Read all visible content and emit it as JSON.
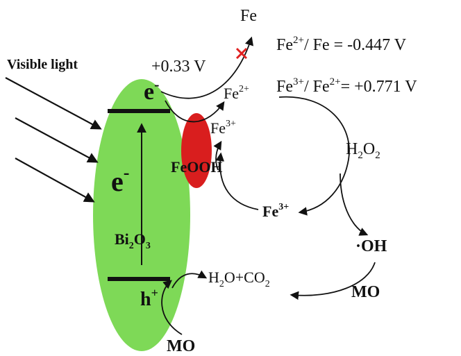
{
  "labels": {
    "visible_light": "Visible light",
    "fe_top": "Fe",
    "eq1_lhs": "Fe",
    "eq1_sup": "2+",
    "eq1_rhs": "/ Fe = -0.447 V",
    "potential": "+0.33 V",
    "e_cb": "e",
    "e_cb_sup": "-",
    "fe2_mid": "Fe",
    "fe2_mid_sup": "2+",
    "eq2_a": "Fe",
    "eq2_a_sup": "3+",
    "eq2_b": "/ Fe",
    "eq2_b_sup": "2+",
    "eq2_rhs": "= +0.771 V",
    "fe3_small": "Fe",
    "fe3_small_sup": "3+",
    "h2o2_a": "H",
    "h2o2_sub": "2",
    "h2o2_b": "O",
    "h2o2_sub2": "2",
    "feooh": "FeOOH",
    "e_big": "e",
    "e_big_sup": "-",
    "fe3_bold": "Fe",
    "fe3_bold_sup": "3+",
    "bi2o3_a": "Bi",
    "bi2o3_sub1": "2",
    "bi2o3_b": "O",
    "bi2o3_sub2": "3",
    "oh": "·OH",
    "h2o_co2_a": "H",
    "h2o_co2_sub1": "2",
    "h2o_co2_b": "O+CO",
    "h2o_co2_sub2": "2",
    "h_plus": "h",
    "h_plus_sup": "+",
    "mo_right": "MO",
    "mo_bottom": "MO"
  },
  "colors": {
    "bi2o3_fill": "#7ed957",
    "feooh_fill": "#d91e1e",
    "cross": "#e02020",
    "ink": "#111111"
  }
}
